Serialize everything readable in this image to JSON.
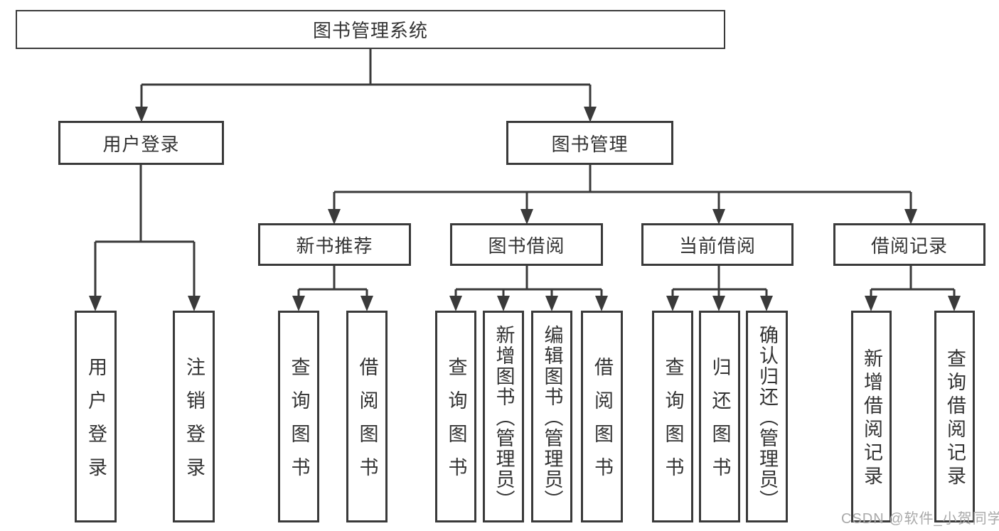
{
  "diagram": {
    "title": "图书管理系统",
    "root": {
      "label": "图书管理系统"
    },
    "level2": [
      {
        "label": "用户登录"
      },
      {
        "label": "图书管理"
      }
    ],
    "level3": [
      {
        "label": "新书推荐"
      },
      {
        "label": "图书借阅"
      },
      {
        "label": "当前借阅"
      },
      {
        "label": "借阅记录"
      }
    ],
    "leaves": {
      "login": [
        {
          "label": "用户登录"
        },
        {
          "label": "注销登录"
        }
      ],
      "recommend": [
        {
          "label": "查询图书"
        },
        {
          "label": "借阅图书"
        }
      ],
      "borrow": [
        {
          "label": "查询图书"
        },
        {
          "label": "新增图书（管理员）"
        },
        {
          "label": "编辑图书（管理员）"
        },
        {
          "label": "借阅图书"
        }
      ],
      "current": [
        {
          "label": "查询图书"
        },
        {
          "label": "归还图书"
        },
        {
          "label": "确认归还（管理员）"
        }
      ],
      "records": [
        {
          "label": "新增借阅记录"
        },
        {
          "label": "查询借阅记录"
        }
      ]
    },
    "colors": {
      "line": "#3a3a3a",
      "text": "#333333",
      "background": "#ffffff",
      "watermark": "#a9a9a9"
    },
    "watermark": "CSDN @软件_小贺同学"
  }
}
